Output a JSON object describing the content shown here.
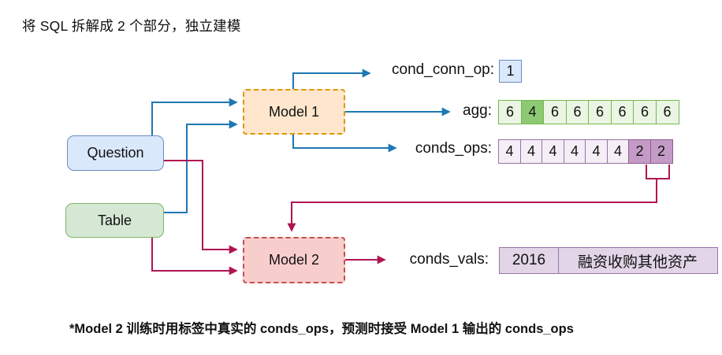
{
  "title": "将 SQL 拆解成 2 个部分，独立建模",
  "nodes": {
    "question": "Question",
    "table": "Table",
    "model1": "Model 1",
    "model2": "Model 2"
  },
  "outputs": {
    "cond_conn_op": {
      "label": "cond_conn_op:",
      "value": "1"
    },
    "agg": {
      "label": "agg:",
      "values": [
        "6",
        "4",
        "6",
        "6",
        "6",
        "6",
        "6",
        "6"
      ],
      "highlight_index": 1
    },
    "conds_ops": {
      "label": "conds_ops:",
      "values": [
        "4",
        "4",
        "4",
        "4",
        "4",
        "4",
        "2",
        "2"
      ],
      "highlight_indices": [
        6,
        7
      ]
    },
    "conds_vals": {
      "label": "conds_vals:",
      "values": [
        "2016",
        "融资收购其他资产"
      ]
    }
  },
  "footnote": "*Model 2 训练时用标签中真实的 conds_ops，预测时接受 Model 1 输出的 conds_ops",
  "colors": {
    "wire-blue": "#1f77b4",
    "wire-crimson": "#b01552",
    "question-fill": "#dae8fc",
    "question-border": "#6c8ebf",
    "table-fill": "#d5e8d4",
    "table-border": "#82b366",
    "model1-fill": "#ffe6cc",
    "model1-border": "#d79b00",
    "model2-fill": "#f8cecc",
    "model2-border": "#c24f4f",
    "agg-fill": "#eaf5e3",
    "agg-border": "#74b94e",
    "agg-highlight": "#8dc973",
    "ops-fill": "#f5eef7",
    "ops-border": "#9673a6",
    "ops-highlight": "#c49bc6",
    "ops-highlight-border": "#8e5d90",
    "vals-fill": "#e1d5e7",
    "vals-border": "#9673a6",
    "conn-fill": "#dae8fc",
    "conn-border": "#6c8ebf"
  }
}
